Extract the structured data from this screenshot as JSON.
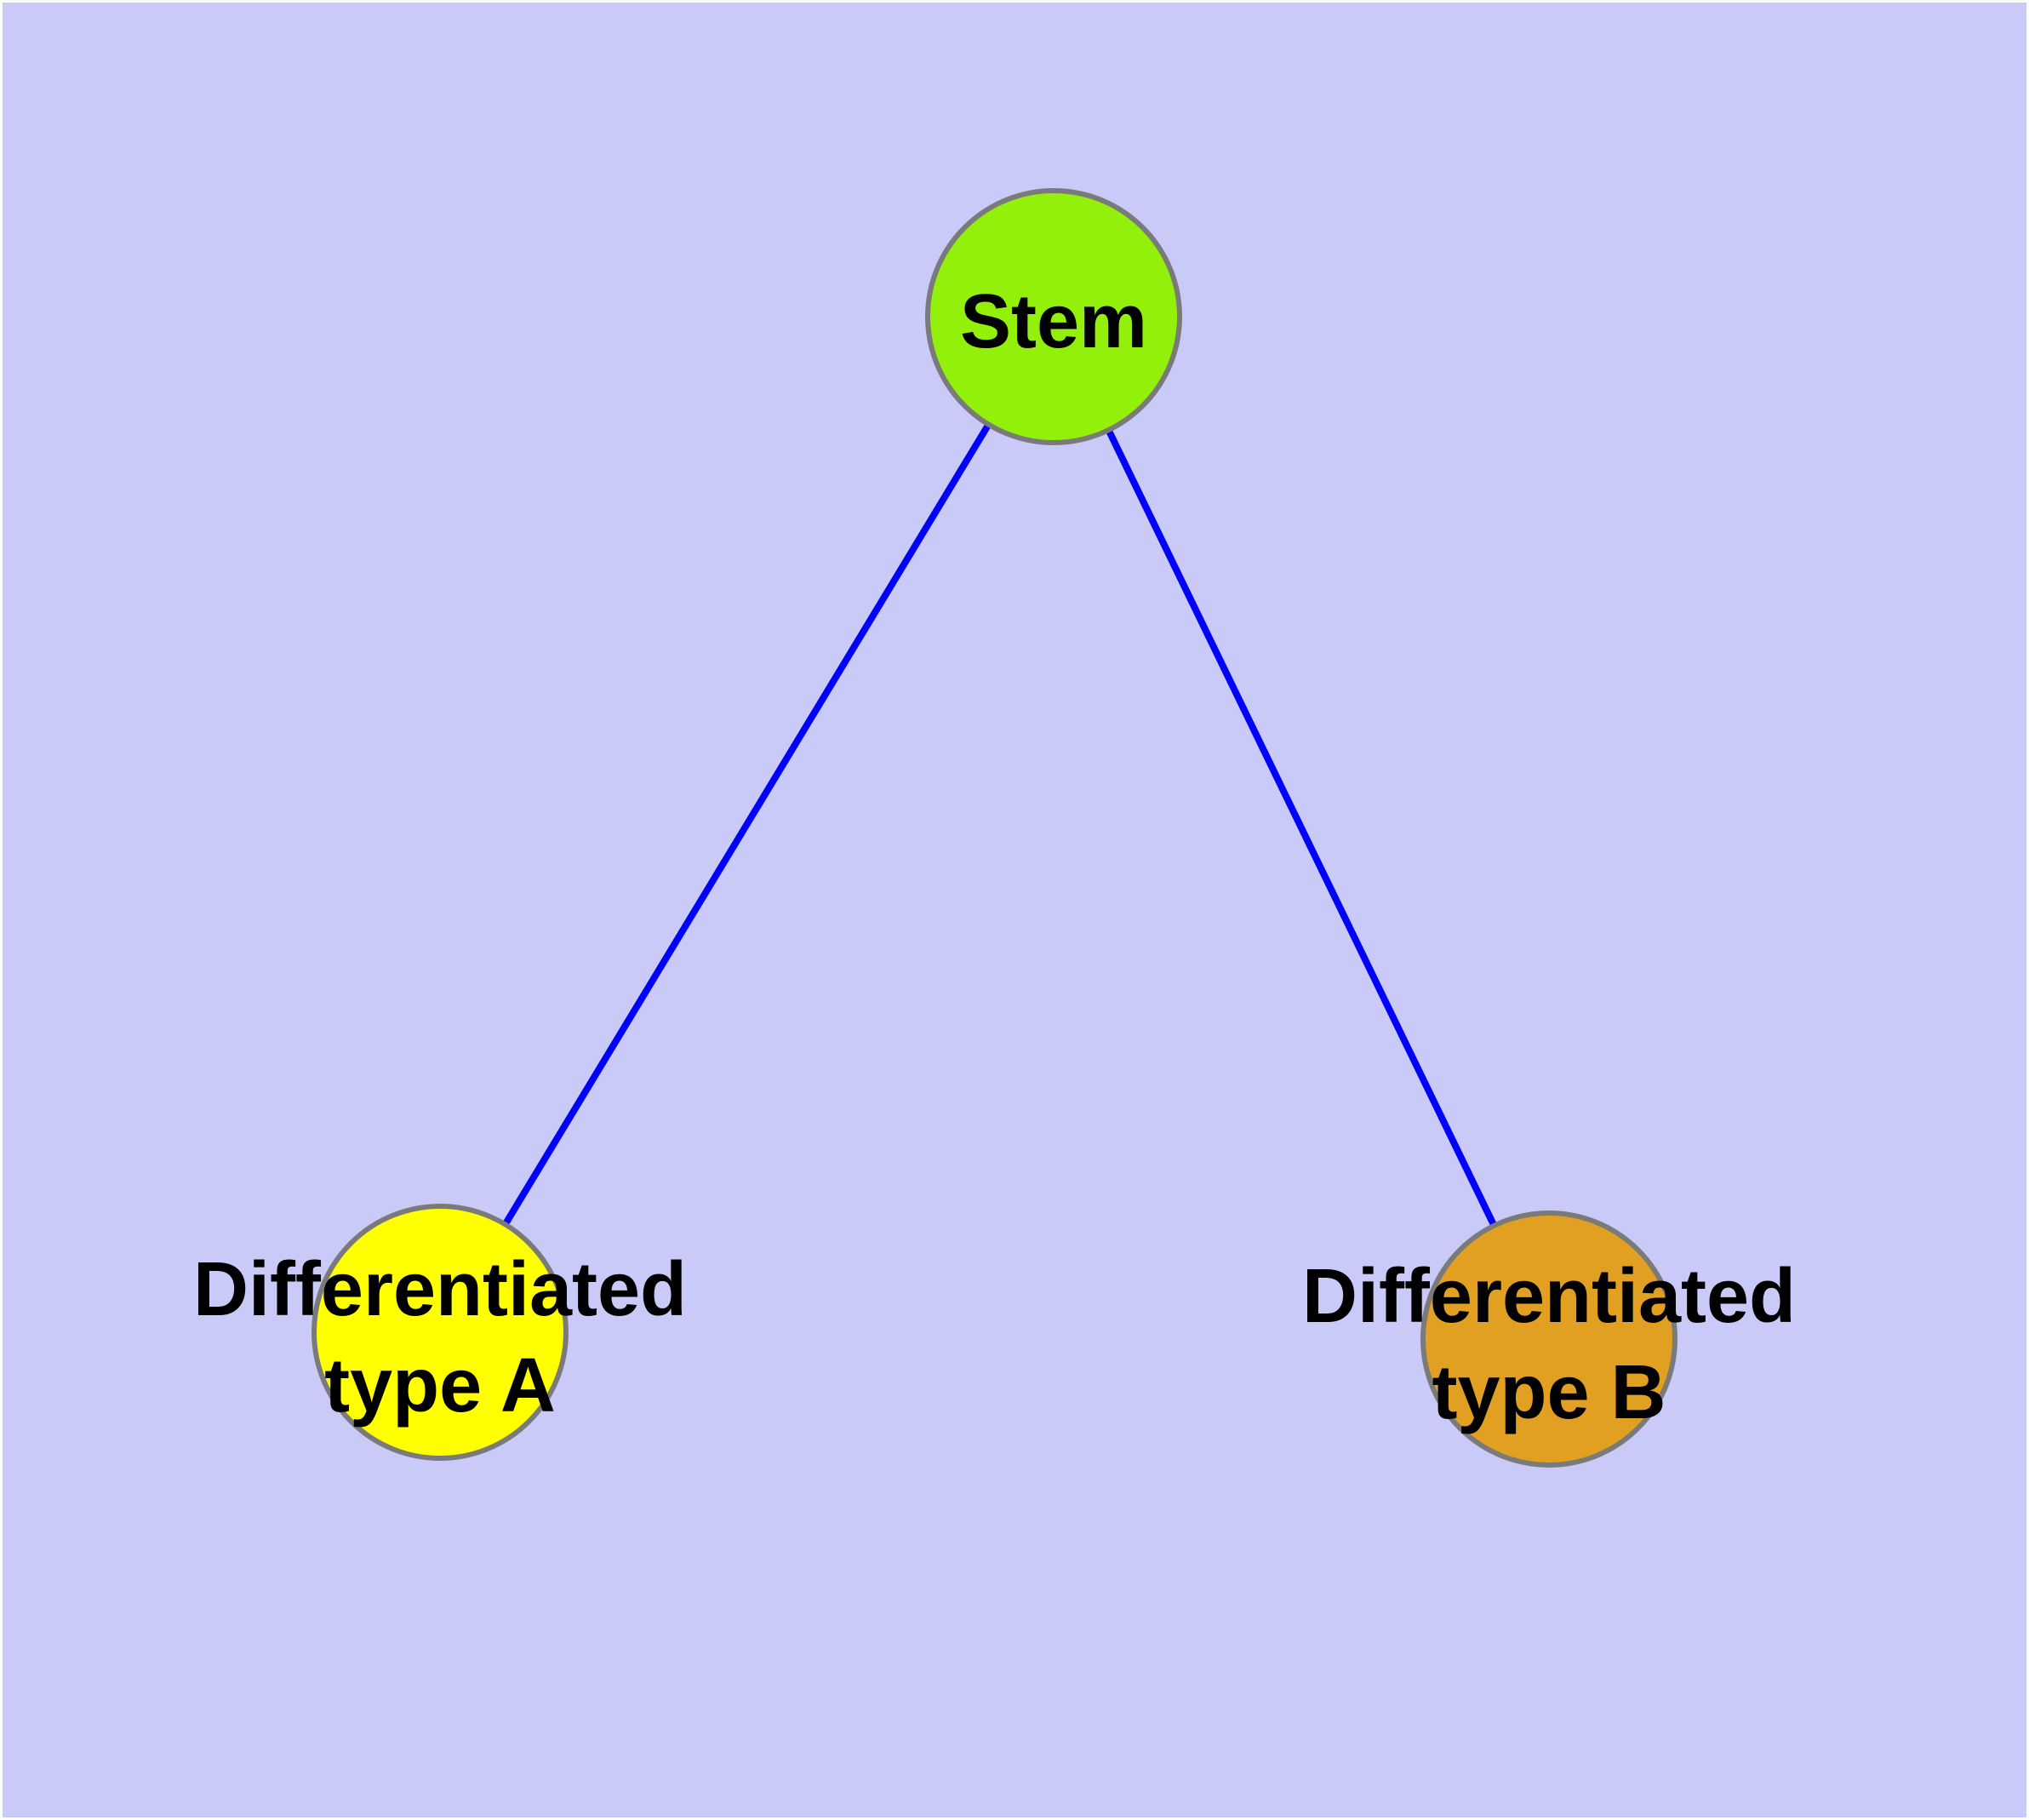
{
  "diagram": {
    "background_color": "#CACAF8",
    "margin_color": "#FFFFFF",
    "edge_color": "#0000FF",
    "node_border_color": "#7A7A7A",
    "text_color": "#000000",
    "nodes": {
      "stem": {
        "label": "Stem",
        "fill": "#92F00A"
      },
      "type_a": {
        "label_line1": "Differentiated",
        "label_line2": "type A",
        "fill": "#FFFF00"
      },
      "type_b": {
        "label_line1": "Differentiated",
        "label_line2": "type B",
        "fill": "#E2A022"
      }
    },
    "edges": [
      {
        "from": "Stem",
        "to": "Differentiated type A"
      },
      {
        "from": "Stem",
        "to": "Differentiated type B"
      }
    ]
  }
}
